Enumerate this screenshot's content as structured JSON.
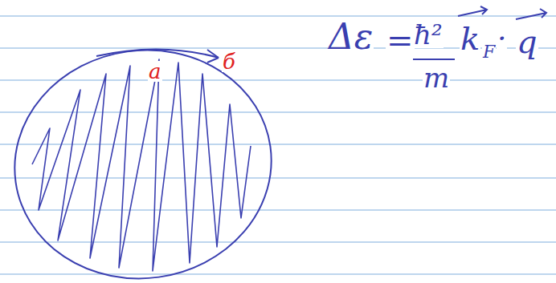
{
  "diagram": {
    "labels": [
      "a",
      "б",
      "Δε",
      "=",
      "ħ²",
      "m",
      "k",
      "F",
      "·",
      "q"
    ]
  }
}
